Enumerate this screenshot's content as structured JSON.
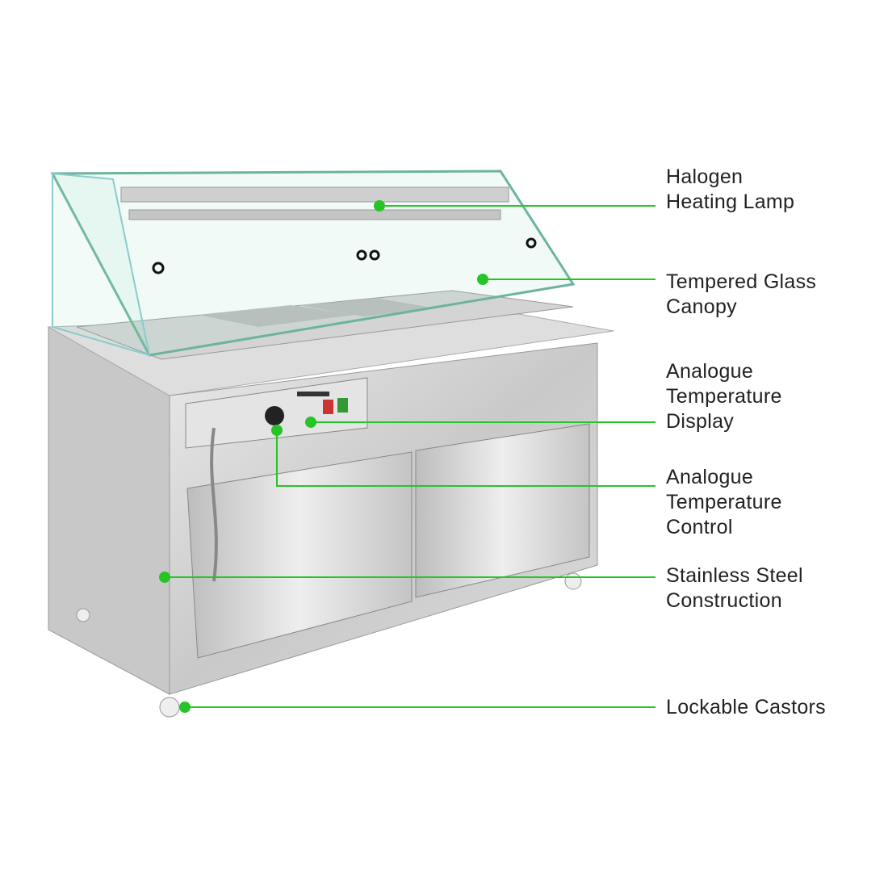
{
  "accent_color": "#27c427",
  "callouts": [
    {
      "id": "lamp",
      "lines": [
        "Halogen",
        "Heating Lamp"
      ]
    },
    {
      "id": "canopy",
      "lines": [
        "Tempered Glass",
        "Canopy"
      ]
    },
    {
      "id": "display",
      "lines": [
        "Analogue",
        "Temperature",
        "Display"
      ]
    },
    {
      "id": "control",
      "lines": [
        "Analogue",
        "Temperature",
        "Control"
      ]
    },
    {
      "id": "construction",
      "lines": [
        "Stainless Steel",
        "Construction"
      ]
    },
    {
      "id": "castors",
      "lines": [
        "Lockable Castors"
      ]
    }
  ]
}
